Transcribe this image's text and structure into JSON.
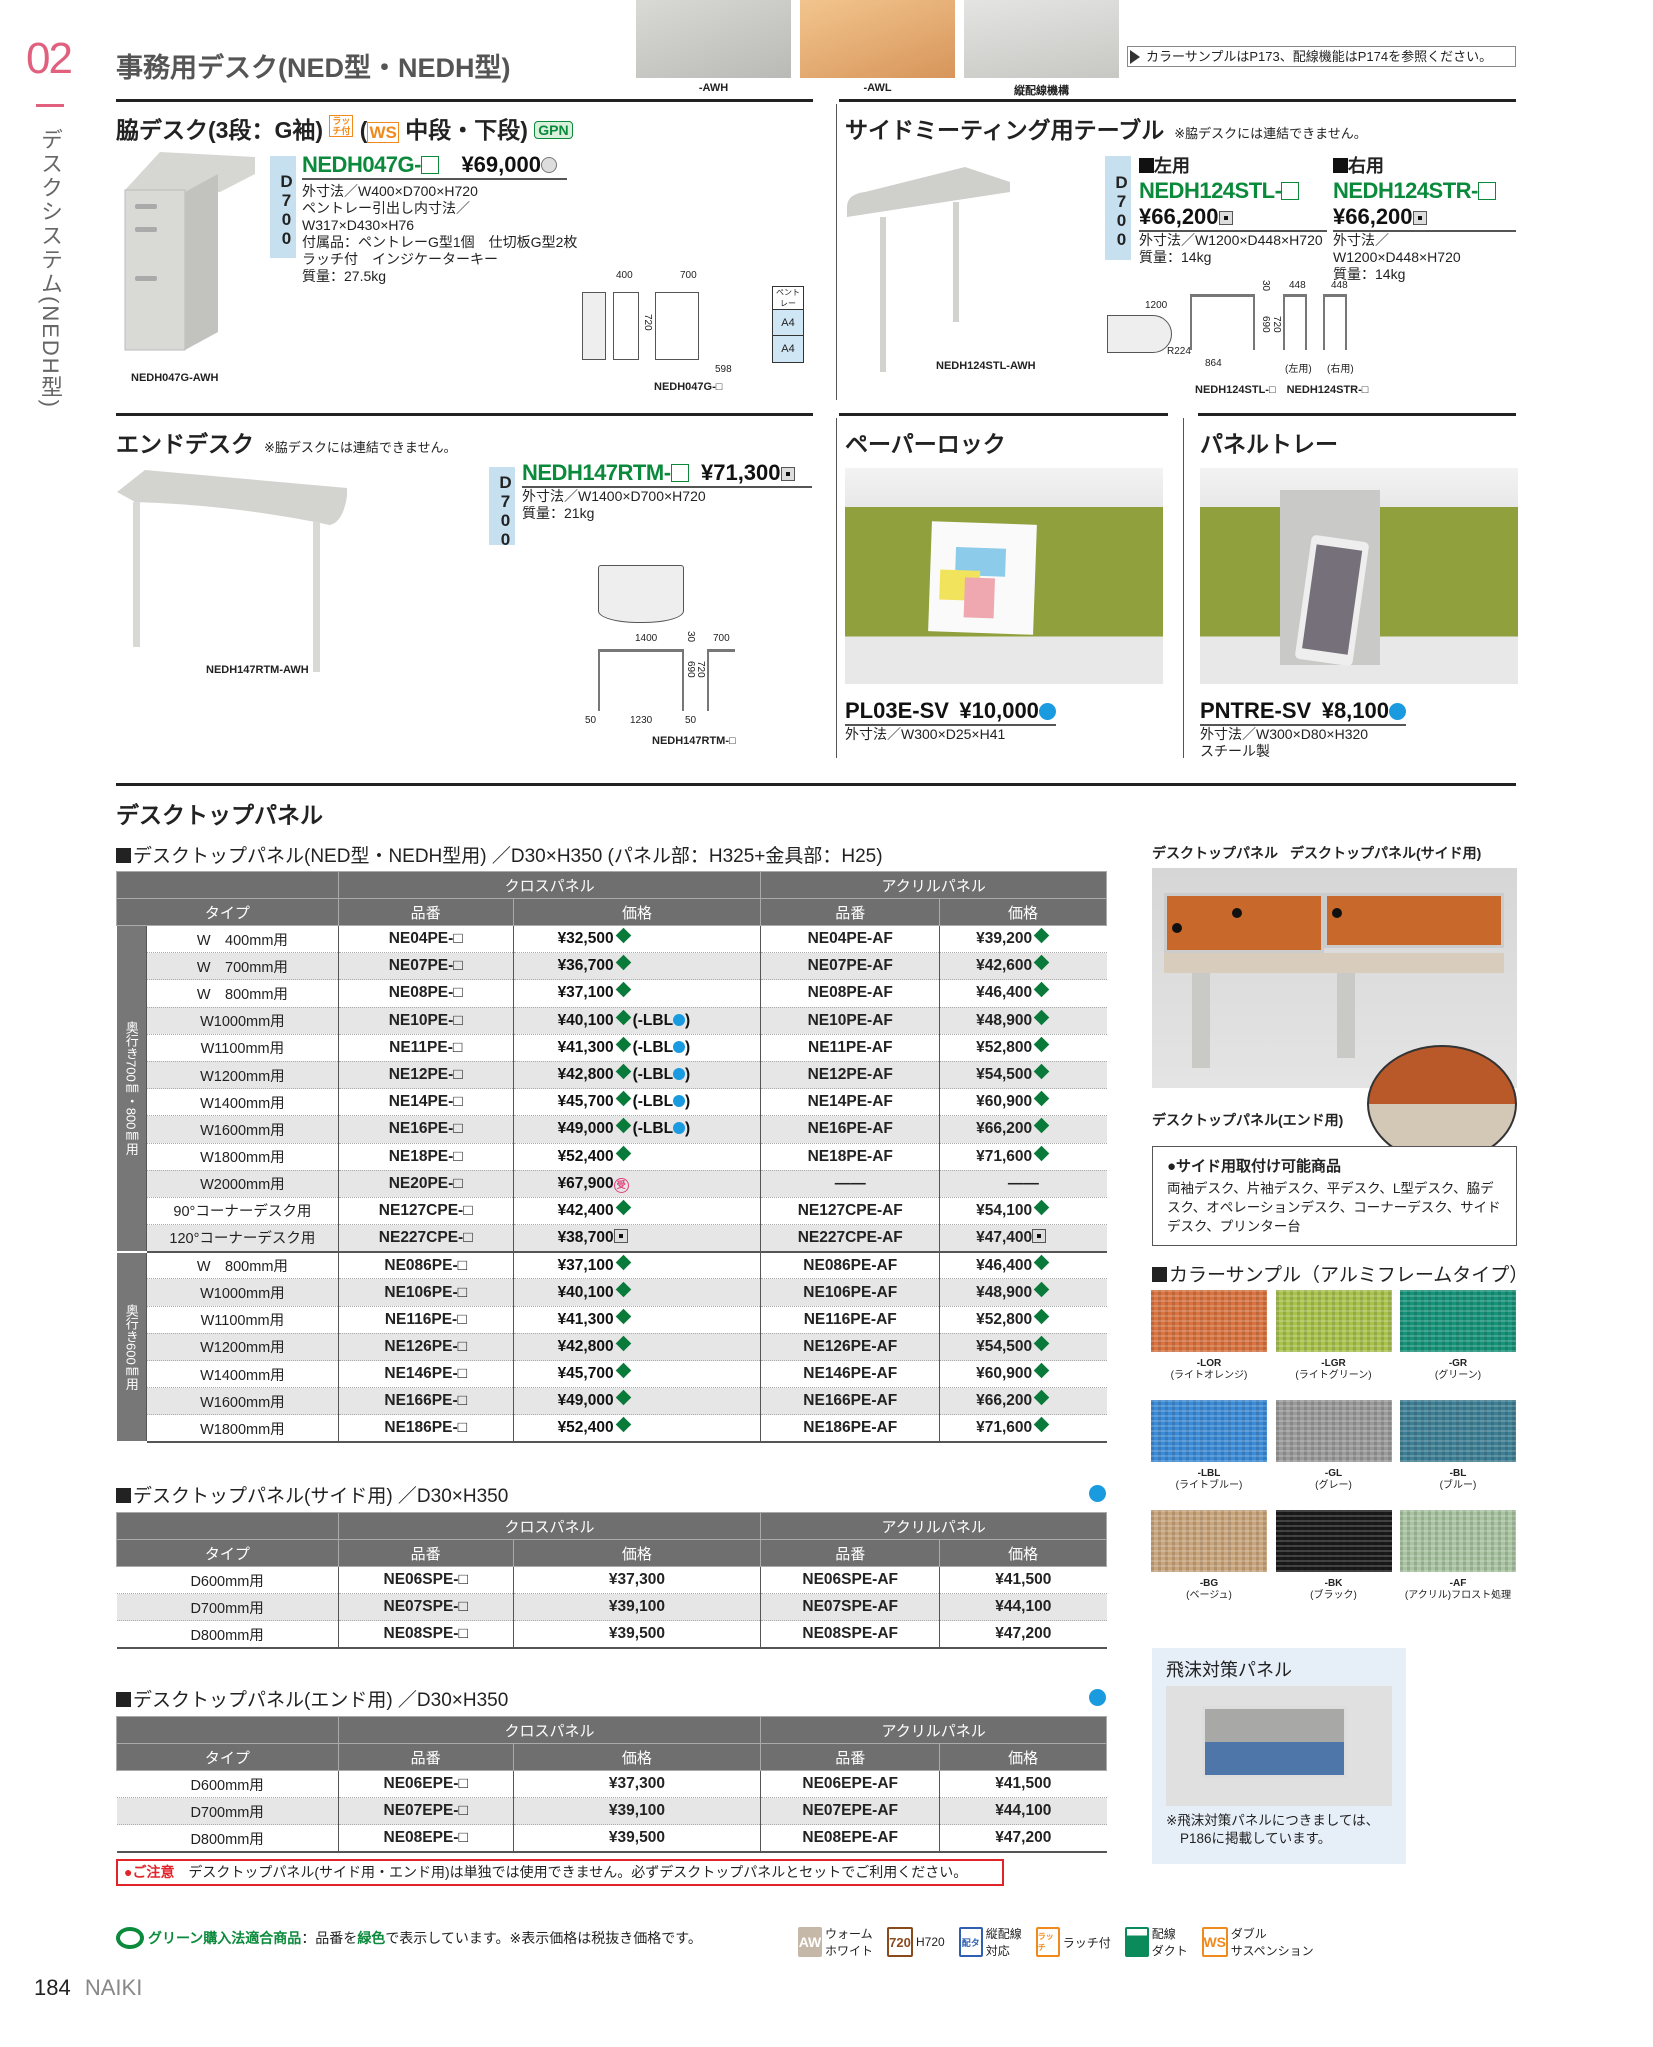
{
  "section": {
    "number": "02",
    "vertical_label": "デスクシステム(NEDH型)",
    "title": "事務用デスク(NED型・NEDH型)"
  },
  "top_photos": [
    {
      "label": "-AWH"
    },
    {
      "label": "-AWL"
    },
    {
      "label": "縦配線機構"
    }
  ],
  "reference_note": "カラーサンプルはP173、配線機能はP174を参照ください。",
  "side_desk": {
    "title": "脇デスク(3段：G袖)",
    "latch_badge": "ラッチ付",
    "ws_badge": "WS",
    "ws_note": "中段・下段)",
    "gpn_badge": "GPN",
    "depth_tag": "D700",
    "code": "NEDH047G-",
    "price": "¥69,000",
    "specs": [
      "外寸法／W400×D700×H720",
      "ペントレー引出し内寸法／",
      "W317×D430×H76",
      "付属品：ペントレーG型1個　仕切板G型2枚",
      "ラッチ付　インジケーターキー",
      "質量：27.5kg"
    ],
    "photo_caption": "NEDH047G-AWH",
    "drawing_caption": "NEDH047G-□",
    "dims": {
      "w": "400",
      "d": "700",
      "h": "720",
      "inner": "598",
      "tray_label": "ペントレー",
      "a4_1": "A4",
      "a4_2": "A4"
    }
  },
  "side_meeting_table": {
    "title": "サイドミーティング用テーブル",
    "note": "※脇デスクには連結できません。",
    "depth_tag": "D700",
    "left": {
      "heading": "左用",
      "code": "NEDH124STL-",
      "price": "¥66,200",
      "specs": [
        "外寸法／W1200×D448×H720",
        "質量：14kg"
      ]
    },
    "right": {
      "heading": "右用",
      "code": "NEDH124STR-",
      "price": "¥66,200",
      "specs": [
        "外寸法／W1200×D448×H720",
        "質量：14kg"
      ]
    },
    "photo_caption": "NEDH124STL-AWH",
    "drawing_caption": "NEDH124STL-□　NEDH124STR-□",
    "dims": {
      "w": "1200",
      "r": "R224",
      "span": "864",
      "top": "30",
      "h1": "690",
      "h2": "720",
      "d1": "448",
      "d2": "448",
      "left_label": "(左用)",
      "right_label": "(右用)"
    }
  },
  "end_desk": {
    "title": "エンドデスク",
    "note": "※脇デスクには連結できません。",
    "depth_tag": "D700",
    "code": "NEDH147RTM-",
    "price": "¥71,300",
    "specs": [
      "外寸法／W1400×D700×H720",
      "質量：21kg"
    ],
    "photo_caption": "NEDH147RTM-AWH",
    "drawing_caption": "NEDH147RTM-□",
    "dims": {
      "w": "1400",
      "top": "30",
      "h1": "690",
      "h2": "720",
      "d": "700",
      "l": "50",
      "span": "1230",
      "r": "50"
    }
  },
  "paper_lock": {
    "title": "ペーパーロック",
    "code": "PL03E-SV",
    "price": "¥10,000",
    "specs": [
      "外寸法／W300×D25×H41"
    ]
  },
  "panel_tray": {
    "title": "パネルトレー",
    "code": "PNTRE-SV",
    "price": "¥8,100",
    "specs": [
      "外寸法／W300×D80×H320",
      "スチール製"
    ]
  },
  "desktop_panel": {
    "title": "デスクトップパネル",
    "headers": {
      "type": "タイプ",
      "cross": "クロスパネル",
      "acrylic": "アクリルパネル",
      "code": "品番",
      "price": "価格"
    },
    "table1": {
      "subtitle": "デスクトップパネル(NED型・NEDH型用) ／D30×H350 (パネル部：H325+金具部：H25)",
      "groups": [
        {
          "label": "奥行き700㎜・800㎜用",
          "rows": [
            {
              "type": "W　400mm用",
              "cross_code": "NE04PE-□",
              "cross_price": "¥32,500",
              "cross_mark": "diamond",
              "lbl": false,
              "acrylic_code": "NE04PE-AF",
              "acrylic_price": "¥39,200",
              "acrylic_mark": "diamond"
            },
            {
              "type": "W　700mm用",
              "cross_code": "NE07PE-□",
              "cross_price": "¥36,700",
              "cross_mark": "diamond",
              "lbl": false,
              "acrylic_code": "NE07PE-AF",
              "acrylic_price": "¥42,600",
              "acrylic_mark": "diamond"
            },
            {
              "type": "W　800mm用",
              "cross_code": "NE08PE-□",
              "cross_price": "¥37,100",
              "cross_mark": "diamond",
              "lbl": false,
              "acrylic_code": "NE08PE-AF",
              "acrylic_price": "¥46,400",
              "acrylic_mark": "diamond"
            },
            {
              "type": "W1000mm用",
              "cross_code": "NE10PE-□",
              "cross_price": "¥40,100",
              "cross_mark": "diamond",
              "lbl": true,
              "acrylic_code": "NE10PE-AF",
              "acrylic_price": "¥48,900",
              "acrylic_mark": "diamond"
            },
            {
              "type": "W1100mm用",
              "cross_code": "NE11PE-□",
              "cross_price": "¥41,300",
              "cross_mark": "diamond",
              "lbl": true,
              "acrylic_code": "NE11PE-AF",
              "acrylic_price": "¥52,800",
              "acrylic_mark": "diamond"
            },
            {
              "type": "W1200mm用",
              "cross_code": "NE12PE-□",
              "cross_price": "¥42,800",
              "cross_mark": "diamond",
              "lbl": true,
              "acrylic_code": "NE12PE-AF",
              "acrylic_price": "¥54,500",
              "acrylic_mark": "diamond"
            },
            {
              "type": "W1400mm用",
              "cross_code": "NE14PE-□",
              "cross_price": "¥45,700",
              "cross_mark": "diamond",
              "lbl": true,
              "acrylic_code": "NE14PE-AF",
              "acrylic_price": "¥60,900",
              "acrylic_mark": "diamond"
            },
            {
              "type": "W1600mm用",
              "cross_code": "NE16PE-□",
              "cross_price": "¥49,000",
              "cross_mark": "diamond",
              "lbl": true,
              "acrylic_code": "NE16PE-AF",
              "acrylic_price": "¥66,200",
              "acrylic_mark": "diamond"
            },
            {
              "type": "W1800mm用",
              "cross_code": "NE18PE-□",
              "cross_price": "¥52,400",
              "cross_mark": "diamond",
              "lbl": false,
              "acrylic_code": "NE18PE-AF",
              "acrylic_price": "¥71,600",
              "acrylic_mark": "diamond"
            },
            {
              "type": "W2000mm用",
              "cross_code": "NE20PE-□",
              "cross_price": "¥67,900",
              "cross_mark": "uke",
              "lbl": false,
              "acrylic_code": "——",
              "acrylic_price": "——",
              "acrylic_mark": ""
            },
            {
              "type": "90°コーナーデスク用",
              "cross_code": "NE127CPE-□",
              "cross_price": "¥42,400",
              "cross_mark": "diamond",
              "lbl": false,
              "acrylic_code": "NE127CPE-AF",
              "acrylic_price": "¥54,100",
              "acrylic_mark": "diamond"
            },
            {
              "type": "120°コーナーデスク用",
              "cross_code": "NE227CPE-□",
              "cross_price": "¥38,700",
              "cross_mark": "dot",
              "lbl": false,
              "acrylic_code": "NE227CPE-AF",
              "acrylic_price": "¥47,400",
              "acrylic_mark": "dot"
            }
          ]
        },
        {
          "label": "奥行き600㎜用",
          "rows": [
            {
              "type": "W　800mm用",
              "cross_code": "NE086PE-□",
              "cross_price": "¥37,100",
              "cross_mark": "diamond",
              "lbl": false,
              "acrylic_code": "NE086PE-AF",
              "acrylic_price": "¥46,400",
              "acrylic_mark": "diamond"
            },
            {
              "type": "W1000mm用",
              "cross_code": "NE106PE-□",
              "cross_price": "¥40,100",
              "cross_mark": "diamond",
              "lbl": false,
              "acrylic_code": "NE106PE-AF",
              "acrylic_price": "¥48,900",
              "acrylic_mark": "diamond"
            },
            {
              "type": "W1100mm用",
              "cross_code": "NE116PE-□",
              "cross_price": "¥41,300",
              "cross_mark": "diamond",
              "lbl": false,
              "acrylic_code": "NE116PE-AF",
              "acrylic_price": "¥52,800",
              "acrylic_mark": "diamond"
            },
            {
              "type": "W1200mm用",
              "cross_code": "NE126PE-□",
              "cross_price": "¥42,800",
              "cross_mark": "diamond",
              "lbl": false,
              "acrylic_code": "NE126PE-AF",
              "acrylic_price": "¥54,500",
              "acrylic_mark": "diamond"
            },
            {
              "type": "W1400mm用",
              "cross_code": "NE146PE-□",
              "cross_price": "¥45,700",
              "cross_mark": "diamond",
              "lbl": false,
              "acrylic_code": "NE146PE-AF",
              "acrylic_price": "¥60,900",
              "acrylic_mark": "diamond"
            },
            {
              "type": "W1600mm用",
              "cross_code": "NE166PE-□",
              "cross_price": "¥49,000",
              "cross_mark": "diamond",
              "lbl": false,
              "acrylic_code": "NE166PE-AF",
              "acrylic_price": "¥66,200",
              "acrylic_mark": "diamond"
            },
            {
              "type": "W1800mm用",
              "cross_code": "NE186PE-□",
              "cross_price": "¥52,400",
              "cross_mark": "diamond",
              "lbl": false,
              "acrylic_code": "NE186PE-AF",
              "acrylic_price": "¥71,600",
              "acrylic_mark": "diamond"
            }
          ]
        }
      ],
      "lbl_prefix": "(-LBL",
      "lbl_suffix": ")"
    },
    "table2": {
      "subtitle": "デスクトップパネル(サイド用) ／D30×H350",
      "rows": [
        {
          "type": "D600mm用",
          "cross_code": "NE06SPE-□",
          "cross_price": "¥37,300",
          "acrylic_code": "NE06SPE-AF",
          "acrylic_price": "¥41,500"
        },
        {
          "type": "D700mm用",
          "cross_code": "NE07SPE-□",
          "cross_price": "¥39,100",
          "acrylic_code": "NE07SPE-AF",
          "acrylic_price": "¥44,100"
        },
        {
          "type": "D800mm用",
          "cross_code": "NE08SPE-□",
          "cross_price": "¥39,500",
          "acrylic_code": "NE08SPE-AF",
          "acrylic_price": "¥47,200"
        }
      ]
    },
    "table3": {
      "subtitle": "デスクトップパネル(エンド用) ／D30×H350",
      "rows": [
        {
          "type": "D600mm用",
          "cross_code": "NE06EPE-□",
          "cross_price": "¥37,300",
          "acrylic_code": "NE06EPE-AF",
          "acrylic_price": "¥41,500"
        },
        {
          "type": "D700mm用",
          "cross_code": "NE07EPE-□",
          "cross_price": "¥39,100",
          "acrylic_code": "NE07EPE-AF",
          "acrylic_price": "¥44,100"
        },
        {
          "type": "D800mm用",
          "cross_code": "NE08EPE-□",
          "cross_price": "¥39,500",
          "acrylic_code": "NE08EPE-AF",
          "acrylic_price": "¥47,200"
        }
      ]
    },
    "caution_label": "●ご注意",
    "caution_text": "デスクトップパネル(サイド用・エンド用)は単独では使用できません。必ずデスクトップパネルとセットでご利用ください。"
  },
  "panel_photo": {
    "label_main": "デスクトップパネル",
    "label_side": "デスクトップパネル(サイド用)",
    "label_end": "デスクトップパネル(エンド用)",
    "compat_title": "●サイド用取付け可能商品",
    "compat_text": "両袖デスク、片袖デスク、平デスク、L型デスク、脇デスク、オペレーションデスク、コーナーデスク、サイドデスク、プリンター台"
  },
  "color_samples": {
    "title": "カラーサンプル（アルミフレームタイプ）",
    "items": [
      {
        "code": "-LOR",
        "name": "(ライトオレンジ)",
        "color": "#d9733f"
      },
      {
        "code": "-LGR",
        "name": "(ライトグリーン)",
        "color": "#a9c24c"
      },
      {
        "code": "-GR",
        "name": "(グリーン)",
        "color": "#17937a"
      },
      {
        "code": "-LBL",
        "name": "(ライトブルー)",
        "color": "#3b8bd6"
      },
      {
        "code": "-GL",
        "name": "(グレー)",
        "color": "#9a9a9a"
      },
      {
        "code": "-BL",
        "name": "(ブルー)",
        "color": "#3d7f94"
      },
      {
        "code": "-BG",
        "name": "(ベージュ)",
        "color": "#c9a57c"
      },
      {
        "code": "-BK",
        "name": "(ブラック)",
        "color": "#1a1a1a"
      },
      {
        "code": "-AF",
        "name": "(アクリル)フロスト処理",
        "color": "#a8c4a0"
      }
    ]
  },
  "splash_panel": {
    "title": "飛沫対策パネル",
    "note_1": "※飛沫対策パネルにつきましては、",
    "note_2": "P186に掲載しています。"
  },
  "footer": {
    "green_label": "グリーン購入法適合商品",
    "green_text_1": "：品番を",
    "green_text_2": "緑色",
    "green_text_3": "で表示しています。※表示価格は税抜き価格です。",
    "legend": [
      {
        "icon": "AW",
        "label_1": "ウォーム",
        "label_2": "ホワイト"
      },
      {
        "icon": "720",
        "label_1": "H720",
        "label_2": ""
      },
      {
        "icon": "配タ",
        "label_1": "縦配線",
        "label_2": "対応"
      },
      {
        "icon": "ラッチ",
        "label_1": "ラッチ付",
        "label_2": ""
      },
      {
        "icon": "",
        "label_1": "配線",
        "label_2": "ダクト"
      },
      {
        "icon": "WS",
        "label_1": "ダブル",
        "label_2": "サスペンション"
      }
    ],
    "page_number": "184",
    "brand": "NAIKI"
  },
  "colors": {
    "green": "#0b8a3c",
    "pink": "#e0607e",
    "blue_dot": "#1a9be0",
    "header_grey": "#6f6f6f"
  }
}
